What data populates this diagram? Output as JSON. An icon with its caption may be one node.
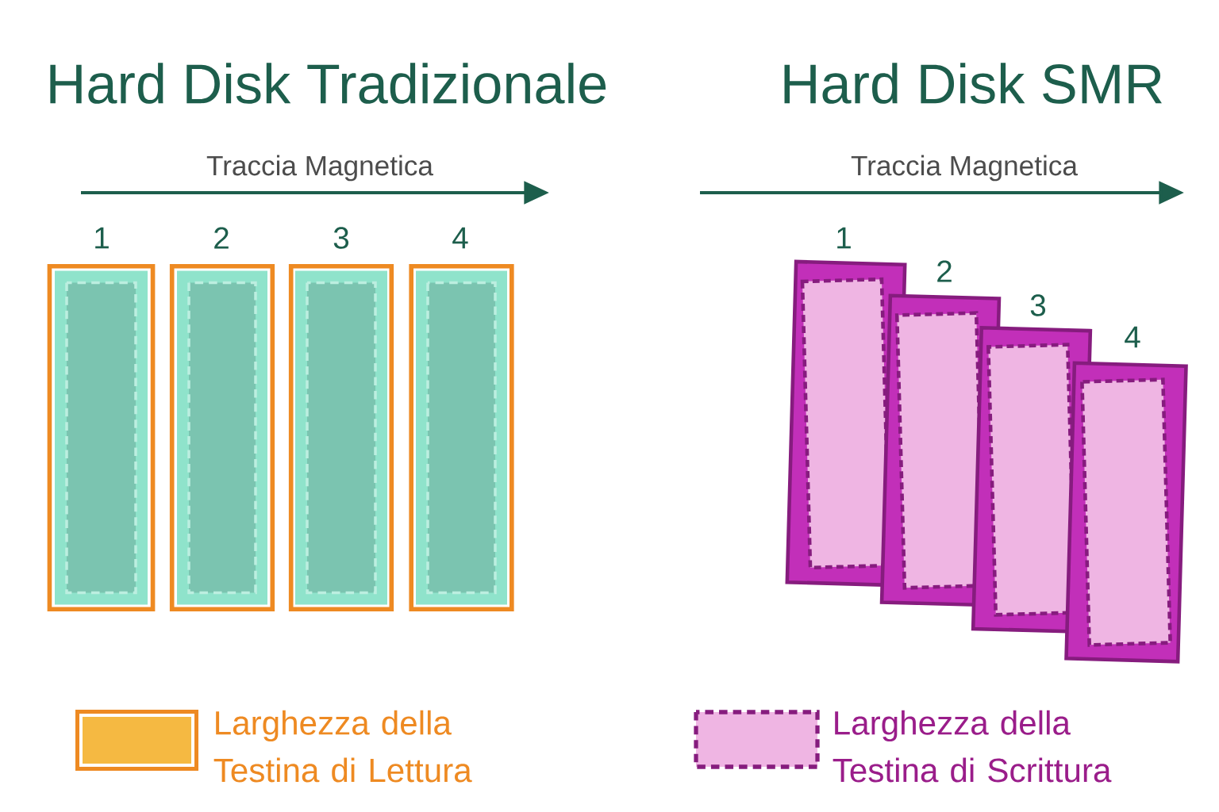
{
  "diagram": {
    "nodes": [
      {
        "text": [],
        "shape": "box",
        "beside": [
          "1"
        ]
      },
      {
        "text": [],
        "shape": "box",
        "beside": [
          "2"
        ]
      },
      {
        "text": [],
        "shape": "box",
        "beside": [
          "3"
        ]
      },
      {
        "text": [],
        "shape": "box",
        "beside": [
          "4"
        ]
      },
      {
        "text": [],
        "shape": "box",
        "beside": [
          "1"
        ]
      },
      {
        "text": [],
        "shape": "box",
        "beside": [
          "2"
        ]
      },
      {
        "text": [],
        "shape": "box",
        "beside": [
          "3"
        ]
      },
      {
        "text": [],
        "shape": "box",
        "beside": [
          "4"
        ]
      }
    ],
    "labels": [
      "Hard Disk Tradizionale",
      "Hard Disk SMR",
      "Traccia Magnetica",
      "Traccia Magnetica"
    ],
    "legend": [
      {
        "text": "Larghezza della Testina di Lettura",
        "color": "#f5b942"
      },
      {
        "text": "Larghezza della Testina di Scrittura",
        "color": "#efb5e3"
      }
    ]
  }
}
